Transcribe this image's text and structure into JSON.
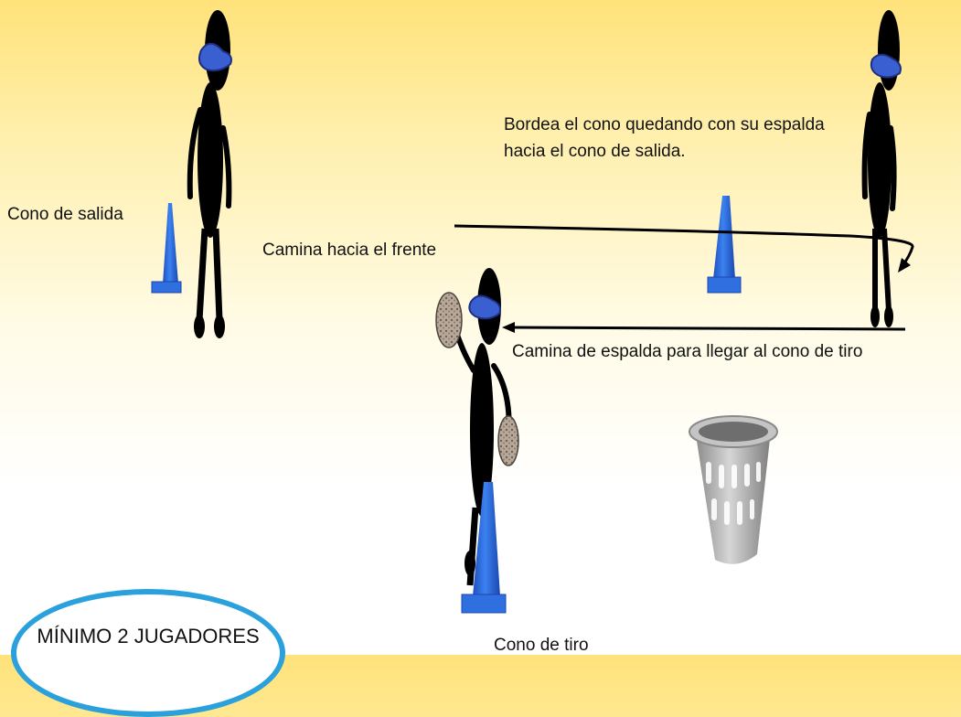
{
  "labels": {
    "start_cone": "Cono de salida",
    "walk_forward": "Camina hacia el frente",
    "go_around": "Bordea el cono quedando con su espalda hacia el cono de salida.",
    "walk_backward": "Camina de espalda para llegar al cono de tiro",
    "shot_cone": "Cono de tiro"
  },
  "badge": {
    "text": "MÍNIMO 2 JUGADORES"
  },
  "colors": {
    "cone": "#2f6fe0",
    "figure": "#000000",
    "cap": "#3a5fd0",
    "badge_border": "#2aa0dc",
    "basket": "#a8a8a8"
  },
  "icons": [
    "person-figure",
    "traffic-cone",
    "basket",
    "ring"
  ]
}
